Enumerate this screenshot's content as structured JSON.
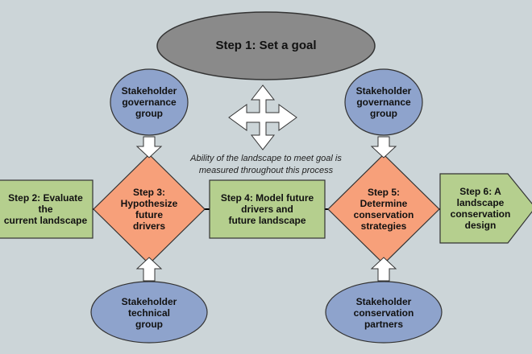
{
  "diagram": {
    "colors": {
      "background": "#ccd5d8",
      "goal_ellipse": "#8a8a8a",
      "stakeholder_circle": "#8ea3cc",
      "step_box": "#b5cf8e",
      "decision_diamond": "#f7a07a",
      "arrow_fill": "#ffffff",
      "connector": "#000000"
    },
    "goal": {
      "label": "Step 1: Set a goal"
    },
    "note": "Ability of the landscape to meet goal is\nmeasured throughout this process",
    "stakeholders": {
      "governance_left": {
        "label": "Stakeholder\ngovernance\ngroup"
      },
      "governance_right": {
        "label": "Stakeholder\ngovernance\ngroup"
      },
      "technical": {
        "label": "Stakeholder\ntechnical\ngroup"
      },
      "conservation_partners": {
        "label": "Stakeholder\nconservation\npartners"
      }
    },
    "steps": {
      "step2": {
        "label": "Step 2: Evaluate the\ncurrent landscape"
      },
      "step3": {
        "label": "Step 3:\nHypothesize\nfuture\ndrivers"
      },
      "step4": {
        "label": "Step 4: Model future\ndrivers and\nfuture landscape"
      },
      "step5": {
        "label": "Step 5:\nDetermine\nconservation\nstrategies"
      },
      "step6": {
        "label": "Step 6: A\nlandscape\nconservation\ndesign"
      }
    }
  }
}
